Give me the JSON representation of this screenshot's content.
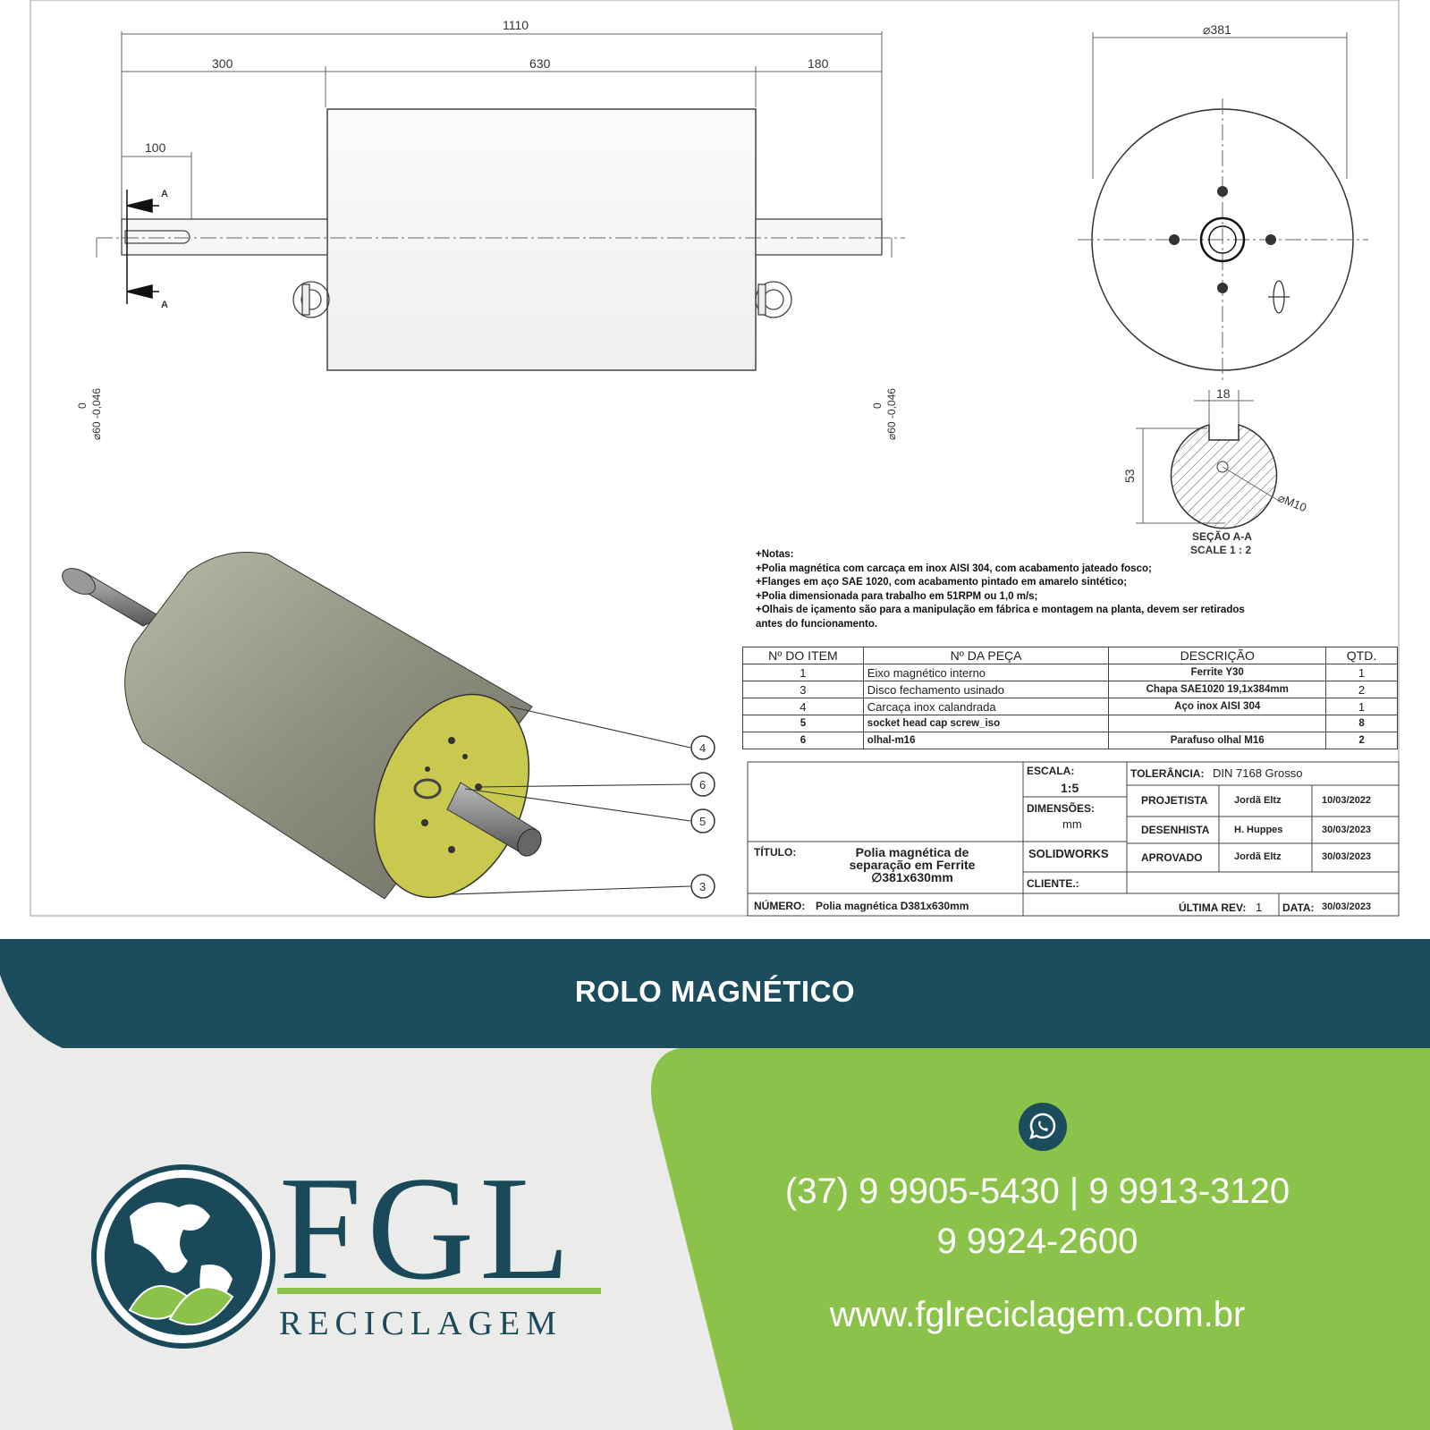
{
  "dimensions": {
    "overall": "1110",
    "left_shaft": "300",
    "body": "630",
    "right_shaft": "180",
    "keyway": "100",
    "diameter": "⌀381",
    "key_width": "18",
    "key_depth": "53",
    "thread": "⌀M10",
    "shaft_tol_top": "0",
    "shaft_tol": "⌀60 -0,046",
    "section_mark": "A"
  },
  "section": {
    "title": "SEÇÃO A-A",
    "scale": "SCALE 1 : 2"
  },
  "balloons": [
    "4",
    "6",
    "5",
    "3"
  ],
  "notes": [
    "+Notas:",
    "+Polia magnética com carcaça em inox AISI 304, com acabamento jateado fosco;",
    "+Flanges em aço SAE 1020, com acabamento pintado em amarelo sintético;",
    "+Polia dimensionada para trabalho em 51RPM ou 1,0 m/s;",
    "+Olhais de içamento são para a manipulação em fábrica e montagem na planta, devem ser retirados",
    "antes do funcionamento."
  ],
  "bom": {
    "headers": [
      "Nº DO ITEM",
      "Nº DA PEÇA",
      "DESCRIÇÃO",
      "QTD."
    ],
    "rows": [
      [
        "1",
        "Eixo magnético interno",
        "Ferrite Y30",
        "1"
      ],
      [
        "3",
        "Disco fechamento usinado",
        "Chapa SAE1020 19,1x384mm",
        "2"
      ],
      [
        "4",
        "Carcaça inox calandrada",
        "Aço inox AISI 304",
        "1"
      ],
      [
        "5",
        "socket head cap screw_iso",
        "",
        "8"
      ],
      [
        "6",
        "olhal-m16",
        "Parafuso olhal M16",
        "2"
      ]
    ]
  },
  "title_block": {
    "escala_label": "ESCALA:",
    "escala": "1:5",
    "dimensoes_label": "DIMENSÕES:",
    "dimensoes": "mm",
    "software": "SOLIDWORKS",
    "cliente_label": "CLIENTE.:",
    "tolerancia_label": "TOLERÂNCIA:",
    "tolerancia": "DIN 7168 Grosso",
    "projetista_label": "PROJETISTA",
    "projetista": "Jordã Eltz",
    "projetista_data": "10/03/2022",
    "desenhista_label": "DESENHISTA",
    "desenhista": "H. Huppes",
    "desenhista_data": "30/03/2023",
    "aprovado_label": "APROVADO",
    "aprovado": "Jordã Eltz",
    "aprovado_data": "30/03/2023",
    "titulo_label": "TÍTULO:",
    "titulo_1": "Polia magnética de",
    "titulo_2": "separação em Ferrite",
    "titulo_3": "∅381x630mm",
    "numero_label": "NÚMERO:",
    "numero": "Polia magnética D381x630mm",
    "ultima_rev_label": "ÚLTIMA REV:",
    "ultima_rev": "1",
    "data_label": "DATA:",
    "data": "30/03/2023"
  },
  "banner": {
    "title": "ROLO MAGNÉTICO"
  },
  "contact": {
    "phones_line": "(37) 9 9905-5430  |  9 9913-3120",
    "phone_3": "9 9924-2600",
    "website": "www.fglreciclagem.com.br",
    "icon": "whatsapp-icon"
  },
  "logo": {
    "letters": "FGL",
    "subtitle": "RECICLAGEM"
  },
  "colors": {
    "teal": "#1b4d5c",
    "green": "#8bc34a",
    "yellow_flange": "#c9c84f"
  }
}
